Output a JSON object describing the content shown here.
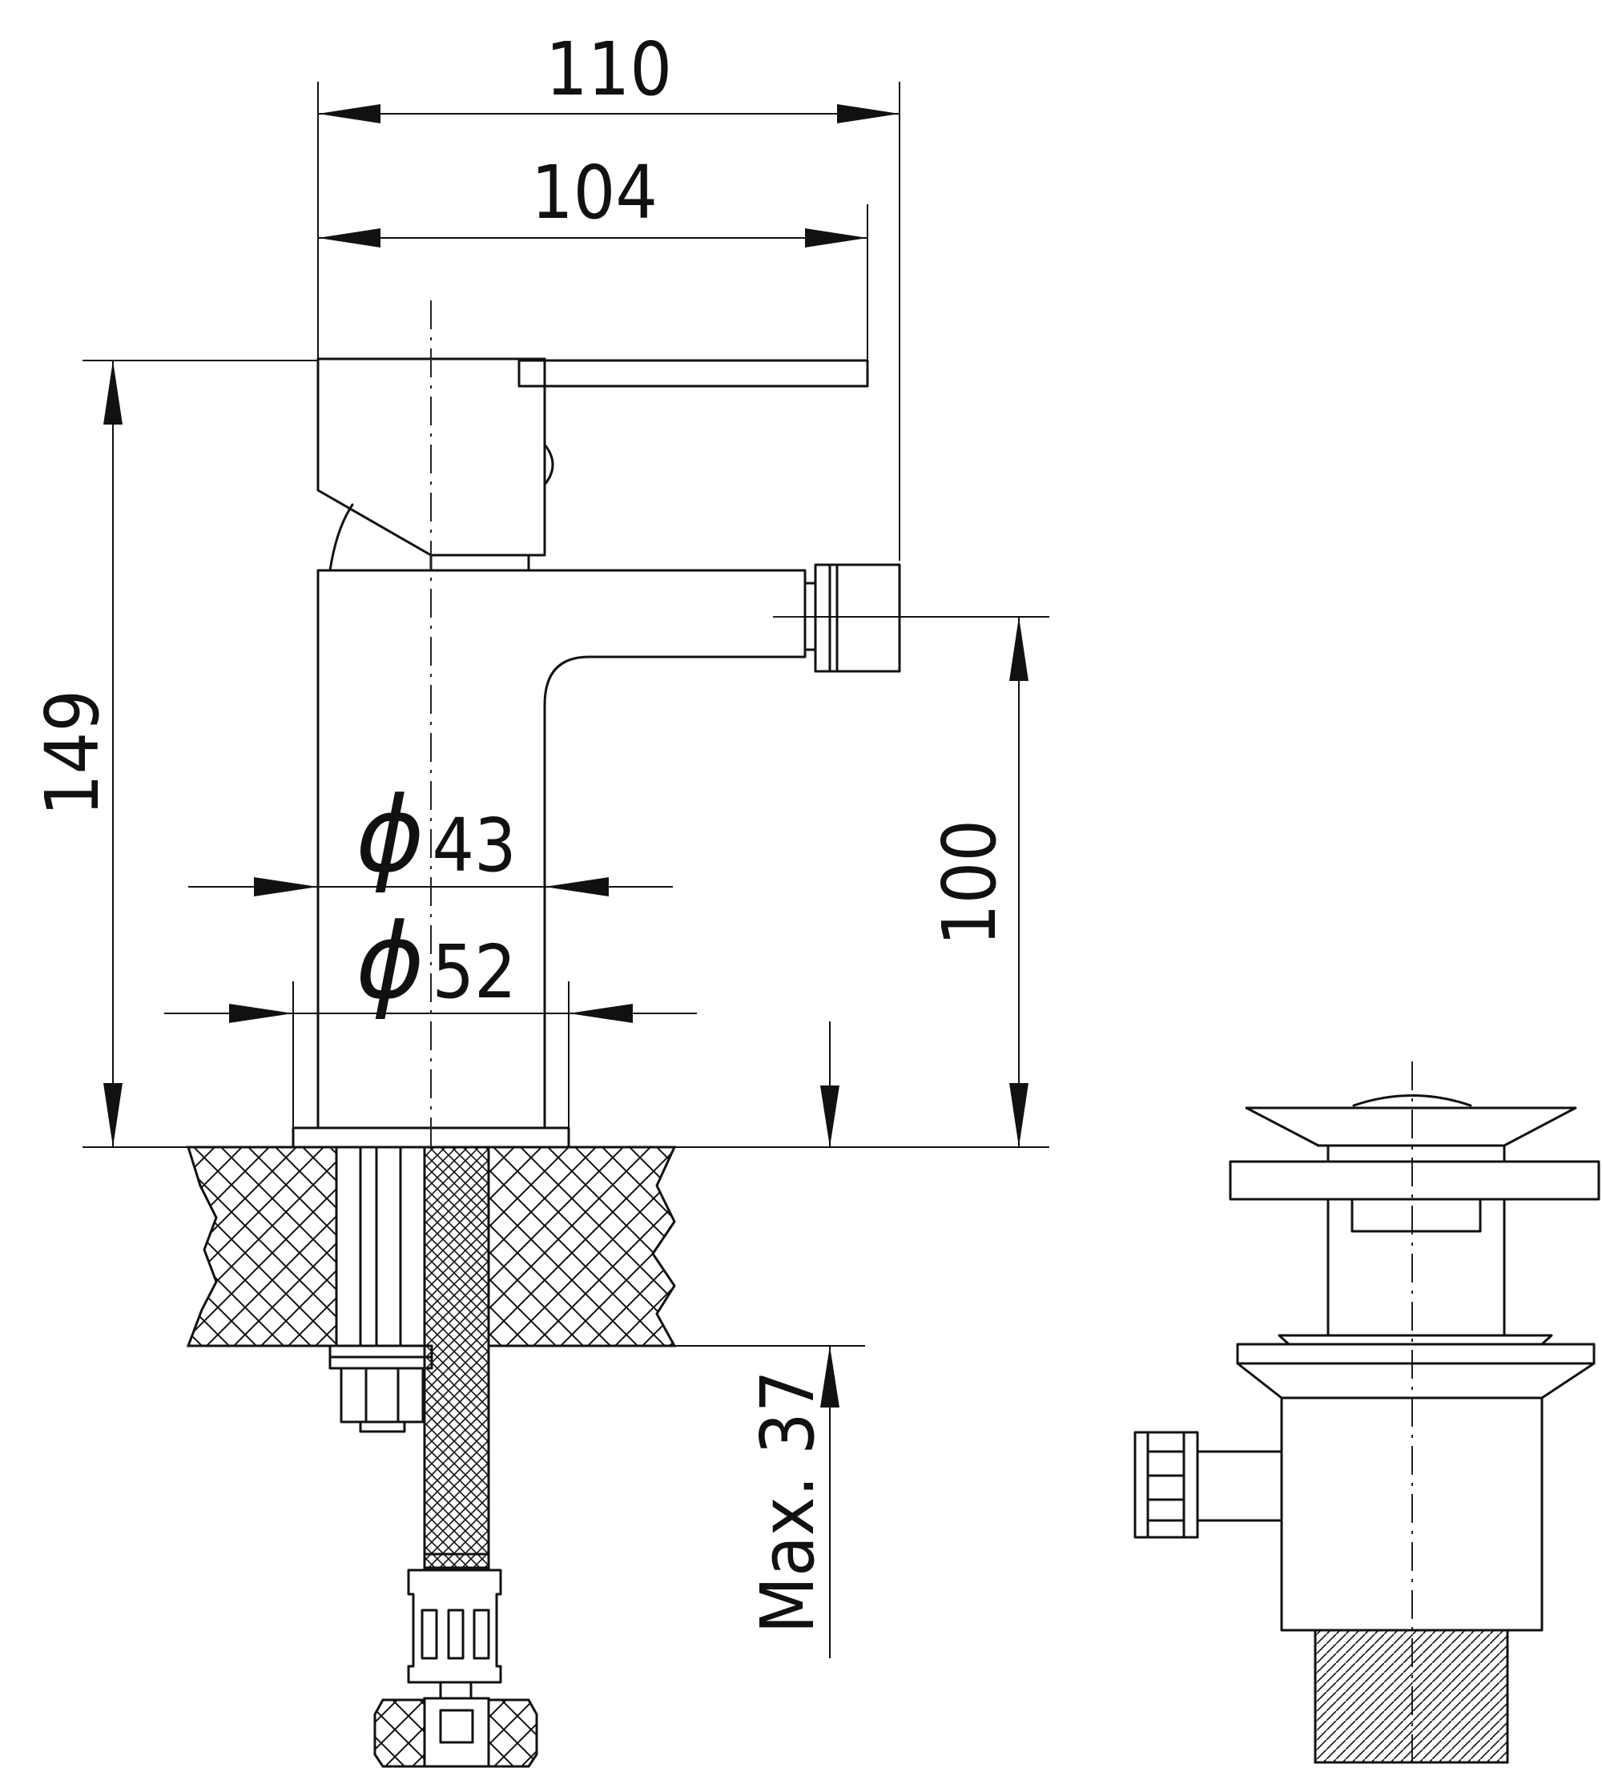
{
  "dimensions": {
    "overall_width": "110",
    "lever_width": "104",
    "overall_height": "149",
    "spout_height": "100",
    "body_diameter_symbol": "ϕ",
    "body_diameter": "43",
    "base_diameter_symbol": "ϕ",
    "base_diameter": "52",
    "max_thickness": "Max. 37"
  },
  "colors": {
    "line": "#111111",
    "background": "#ffffff"
  }
}
